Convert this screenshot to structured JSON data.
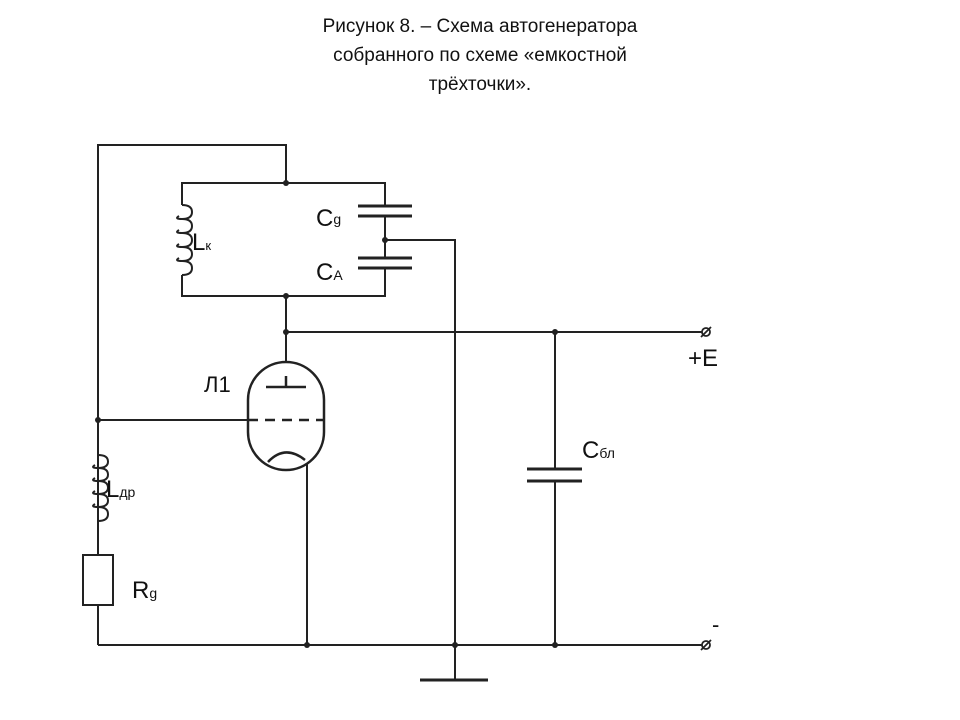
{
  "caption": {
    "line1": "Рисунок 8.   – Схема автогенератора",
    "line2": "собранного по схеме «емкостной",
    "line3": "трёхточки»."
  },
  "labels": {
    "lk_main": "L",
    "lk_sub": "к",
    "cg_main": "C",
    "cg_sub": "g",
    "ca_main": "C",
    "ca_sub": "A",
    "tube": "Л1",
    "plus_e": "+E",
    "minus": "-",
    "cbl_main": "C",
    "cbl_sub": "бл",
    "ldr_main": "L",
    "ldr_sub": "др",
    "rg_main": "R",
    "rg_sub": "g"
  }
}
